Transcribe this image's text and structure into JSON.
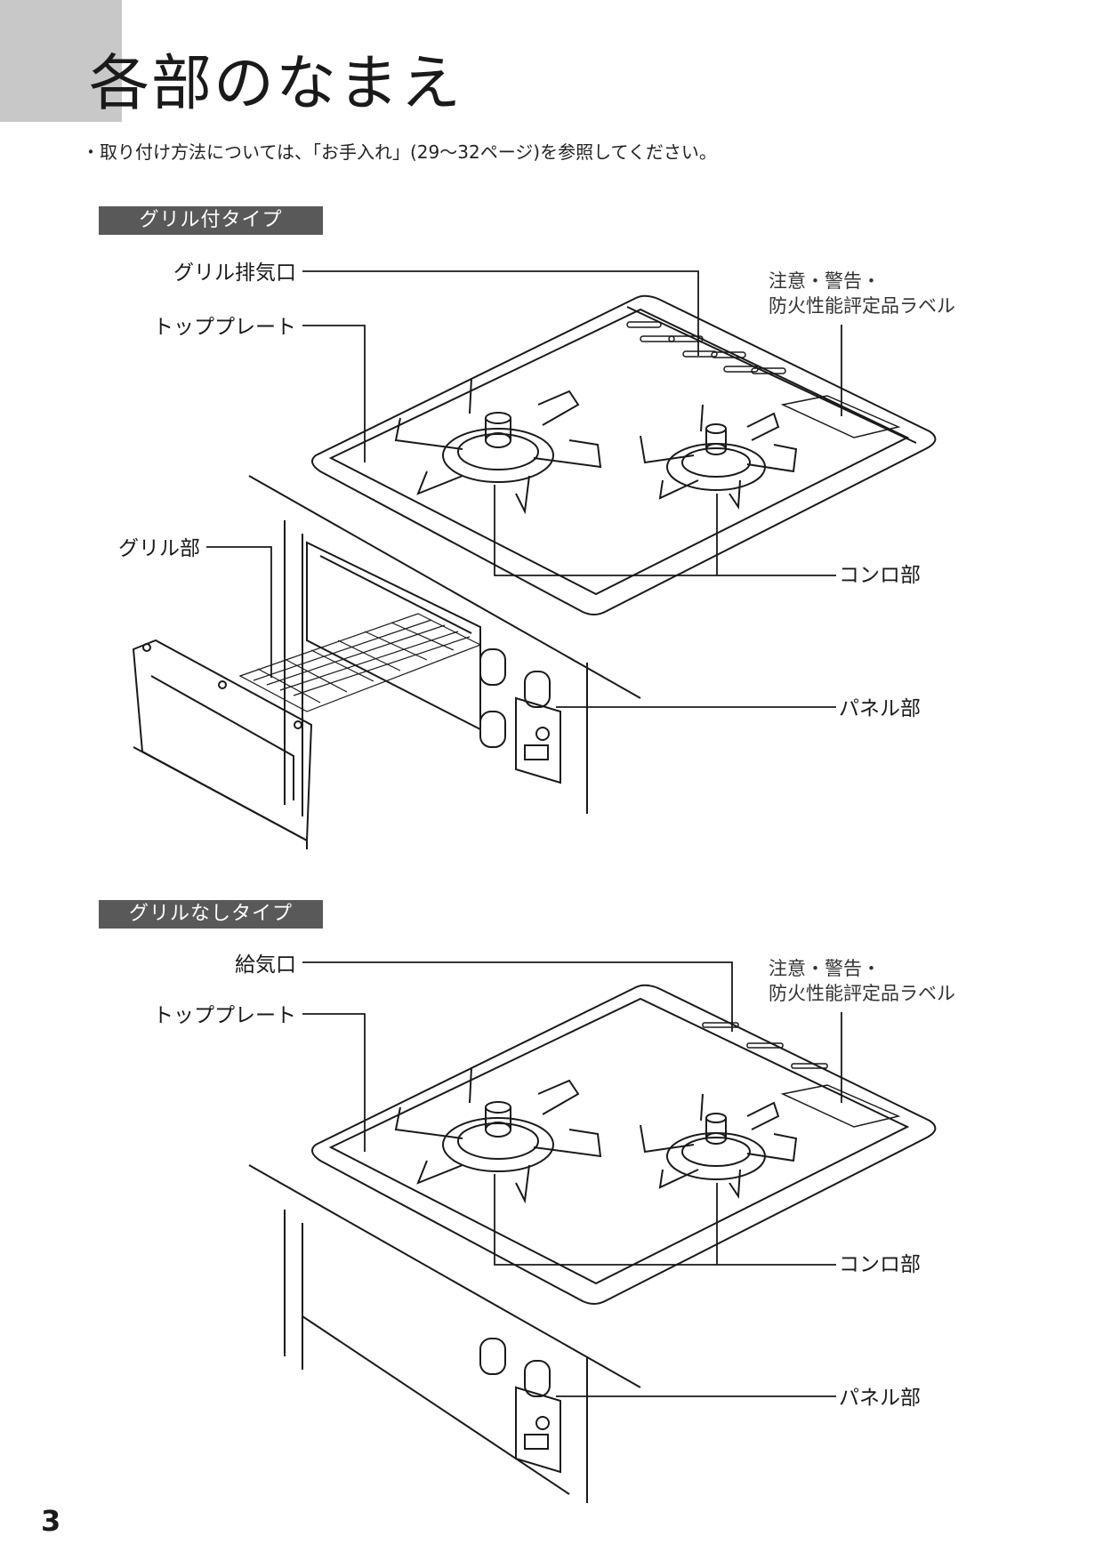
{
  "header": {
    "title": "各部のなまえ",
    "page_number": "3"
  },
  "note": "・取り付け方法については、「お手入れ」(29〜32ページ)を参照してください。",
  "section_grill": {
    "tab_label": "グリル付タイプ",
    "labels": {
      "exhaust": "グリル排気口",
      "top_plate": "トッププレート",
      "grill_part": "グリル部",
      "burner": "コンロ部",
      "panel": "パネル部",
      "warning_line1": "注意・警告・",
      "warning_line2": "防火性能評定品ラベル"
    }
  },
  "section_no_grill": {
    "tab_label": "グリルなしタイプ",
    "labels": {
      "intake": "給気口",
      "top_plate": "トッププレート",
      "burner": "コンロ部",
      "panel": "パネル部",
      "warning_line1": "注意・警告・",
      "warning_line2": "防火性能評定品ラベル"
    }
  },
  "colors": {
    "corner_block": "#c8c8c8",
    "section_tab": "#595959",
    "line": "#1a1a1a"
  }
}
